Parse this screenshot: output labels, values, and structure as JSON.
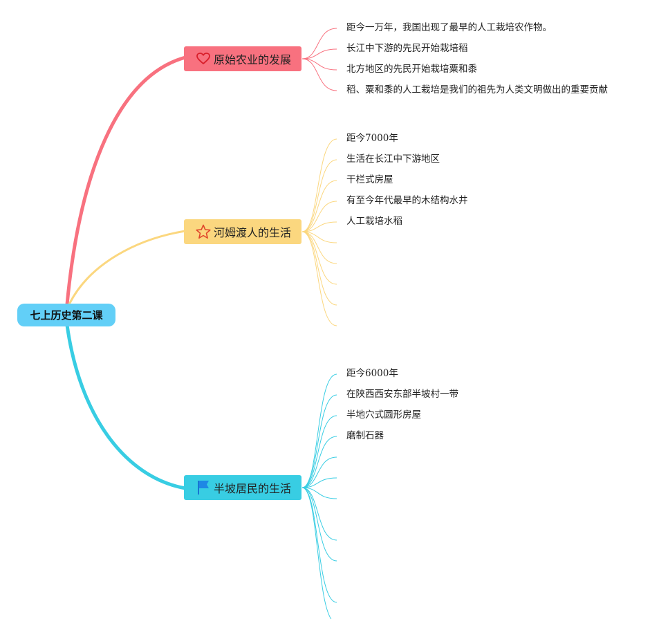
{
  "root": {
    "label": "七上历史第二课",
    "color": "#62cff7"
  },
  "branches": [
    {
      "label": "原始农业的发展",
      "icon": "heart-icon",
      "color": "#f8717f",
      "leaves": [
        "距今一万年，我国出现了最早的人工栽培农作物。",
        "长江中下游的先民开始栽培稻",
        "北方地区的先民开始栽培粟和黍",
        "稻、粟和黍的人工栽培是我们的祖先为人类文明做出的重要贡献"
      ]
    },
    {
      "label": "河姆渡人的生活",
      "icon": "star-icon",
      "color": "#fbd77f",
      "leaves": [
        "距今7000年",
        "生活在长江中下游地区",
        "干栏式房屋",
        "有至今年代最早的木结构水井",
        "人工栽培水稻",
        "",
        "",
        "",
        "",
        ""
      ]
    },
    {
      "label": "半坡居民的生活",
      "icon": "flag-icon",
      "color": "#38cde3",
      "leaves": [
        "距今6000年",
        "在陕西西安东部半坡村一带",
        "半地穴式圆形房屋",
        "磨制石器",
        "",
        "",
        "",
        "",
        "",
        "",
        ""
      ]
    }
  ]
}
